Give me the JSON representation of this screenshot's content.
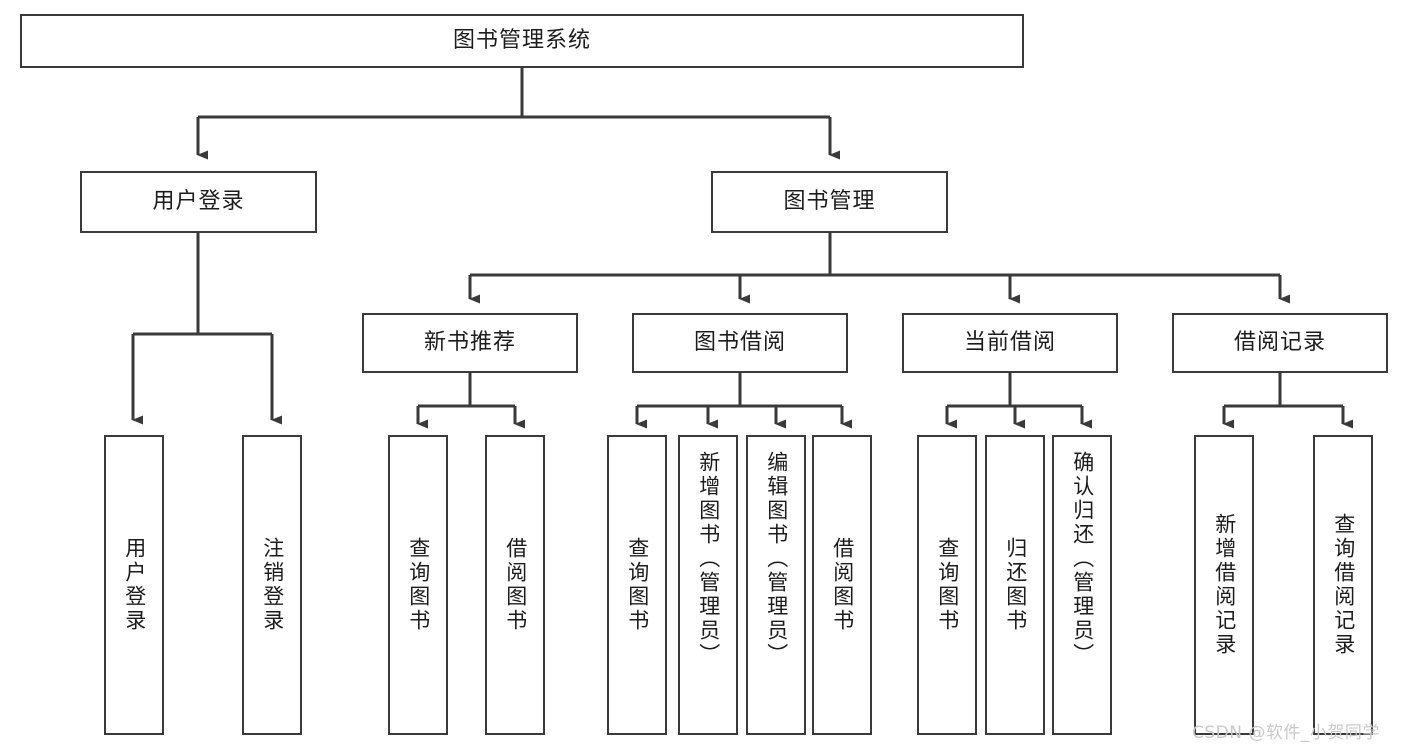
{
  "diagram": {
    "title_node": {
      "label": "图书管理系统"
    },
    "level2": [
      {
        "id": "user-login",
        "label": "用户登录"
      },
      {
        "id": "book-manage",
        "label": "图书管理"
      }
    ],
    "level3": [
      {
        "id": "new-book-rec",
        "label": "新书推荐"
      },
      {
        "id": "book-borrow",
        "label": "图书借阅"
      },
      {
        "id": "current-borrow",
        "label": "当前借阅"
      },
      {
        "id": "borrow-record",
        "label": "借阅记录"
      }
    ],
    "leaves": {
      "user_login": [
        {
          "id": "leaf-user-login",
          "label": "用户登录"
        },
        {
          "id": "leaf-logout",
          "label": "注销登录"
        }
      ],
      "new_book_rec": [
        {
          "id": "leaf-query-book-1",
          "label": "查询图书"
        },
        {
          "id": "leaf-borrow-book-1",
          "label": "借阅图书"
        }
      ],
      "book_borrow": [
        {
          "id": "leaf-query-book-2",
          "label": "查询图书"
        },
        {
          "id": "leaf-add-book",
          "label": "新增图书（管理员）"
        },
        {
          "id": "leaf-edit-book",
          "label": "编辑图书（管理员）"
        },
        {
          "id": "leaf-borrow-book-2",
          "label": "借阅图书"
        }
      ],
      "current_borrow": [
        {
          "id": "leaf-query-book-3",
          "label": "查询图书"
        },
        {
          "id": "leaf-return-book",
          "label": "归还图书"
        },
        {
          "id": "leaf-confirm-return",
          "label": "确认归还（管理员）"
        }
      ],
      "borrow_record": [
        {
          "id": "leaf-add-record",
          "label": "新增借阅记录"
        },
        {
          "id": "leaf-query-record",
          "label": "查询借阅记录"
        }
      ]
    }
  },
  "watermark": {
    "text": "CSDN @软件_小贺同学"
  },
  "colors": {
    "stroke": "#3a3a3a",
    "fill": "#ffffff",
    "text": "#1c1c1c",
    "watermark": "#c9c9c9"
  }
}
